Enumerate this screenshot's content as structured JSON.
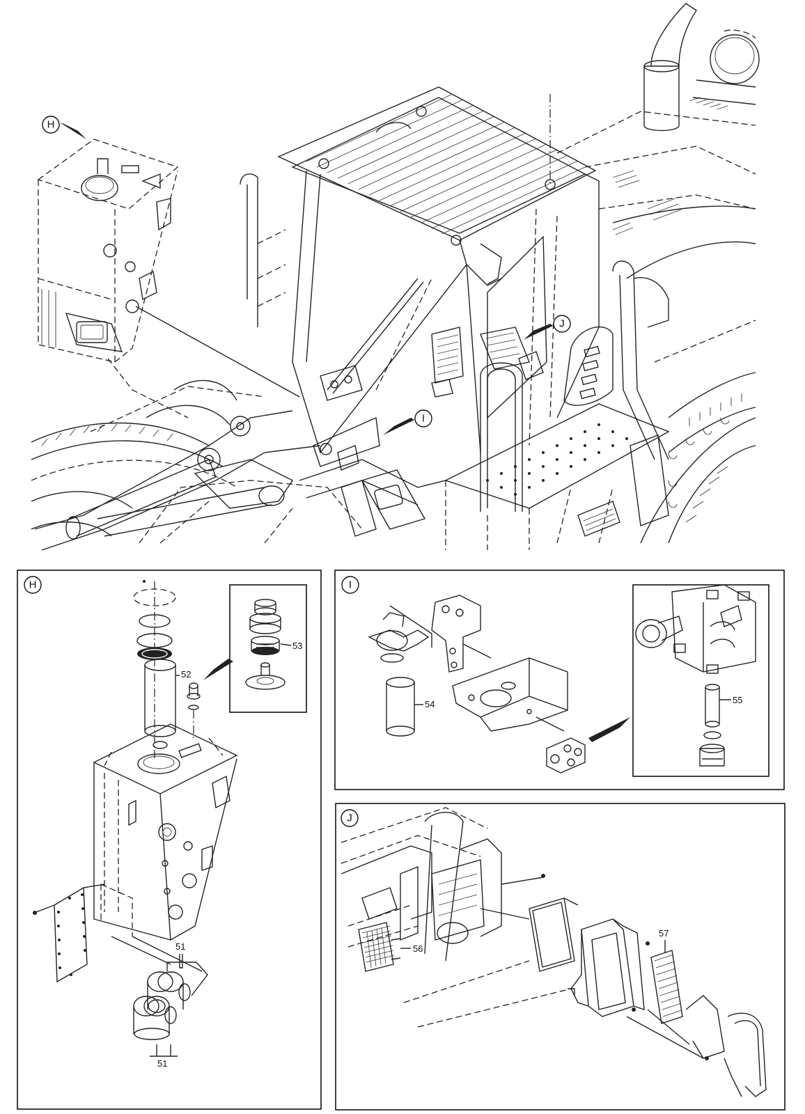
{
  "views": {
    "overview": {
      "callouts": [
        "H",
        "I",
        "J"
      ]
    },
    "detail_H": {
      "label": "H",
      "parts": [
        "51",
        "52",
        "53",
        "51"
      ]
    },
    "detail_I": {
      "label": "I",
      "parts": [
        "54",
        "55"
      ]
    },
    "detail_J": {
      "label": "J",
      "parts": [
        "56",
        "57"
      ]
    }
  },
  "colors": {
    "line": "#222222",
    "background": "#ffffff"
  }
}
